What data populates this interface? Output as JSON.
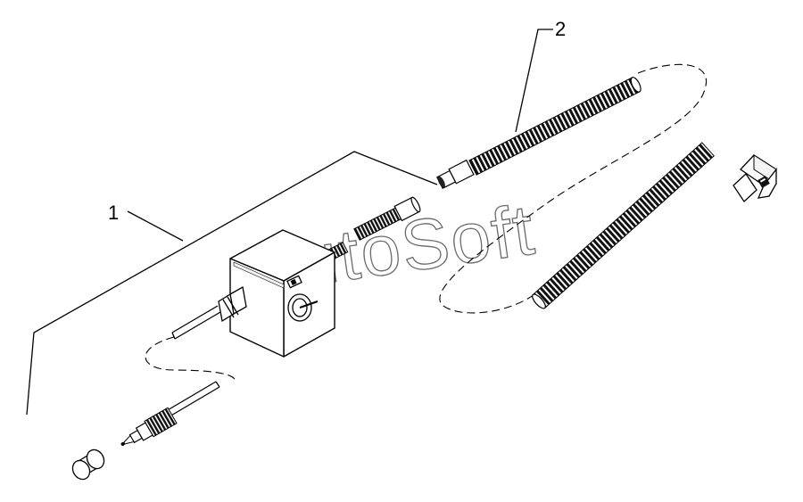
{
  "callouts": {
    "part_1": "1",
    "part_2": "2"
  },
  "watermark": "AutoSoft",
  "icons": [
    "control-box",
    "selector-knob",
    "threaded-connector",
    "corrugated-hose",
    "elbow-fitting",
    "probe-tip",
    "end-cap",
    "wire-lead"
  ]
}
